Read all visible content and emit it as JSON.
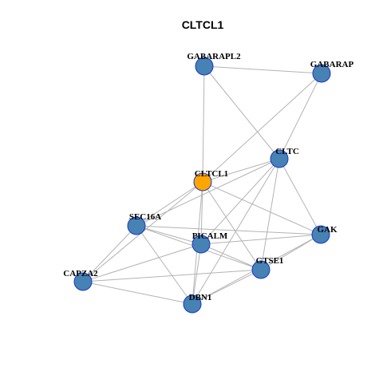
{
  "title": "CLTCL1",
  "colors": {
    "node_default": "#4682b4",
    "node_highlight": "#ffa500",
    "node_border": "#1a37c8",
    "edge": "#b3b3b3"
  },
  "nodes": [
    {
      "id": "GABARAPL2",
      "label": "GABARAPL2",
      "highlight": false
    },
    {
      "id": "GABARAP",
      "label": "GABARAP",
      "highlight": false
    },
    {
      "id": "CLTC",
      "label": "CLTC",
      "highlight": false
    },
    {
      "id": "CLTCL1",
      "label": "CLTCL1",
      "highlight": true
    },
    {
      "id": "SEC16A",
      "label": "SEC16A",
      "highlight": false
    },
    {
      "id": "GAK",
      "label": "GAK",
      "highlight": false
    },
    {
      "id": "PICALM",
      "label": "PICALM",
      "highlight": false
    },
    {
      "id": "GTSE1",
      "label": "GTSE1",
      "highlight": false
    },
    {
      "id": "CAPZA2",
      "label": "CAPZA2",
      "highlight": false
    },
    {
      "id": "DBN1",
      "label": "DBN1",
      "highlight": false
    }
  ],
  "edges": [
    [
      "GABARAPL2",
      "GABARAP"
    ],
    [
      "GABARAPL2",
      "CLTCL1"
    ],
    [
      "GABARAPL2",
      "CLTC"
    ],
    [
      "GABARAP",
      "CLTCL1"
    ],
    [
      "GABARAP",
      "CLTC"
    ],
    [
      "CLTC",
      "CLTCL1"
    ],
    [
      "CLTC",
      "SEC16A"
    ],
    [
      "CLTC",
      "GAK"
    ],
    [
      "CLTC",
      "PICALM"
    ],
    [
      "CLTC",
      "GTSE1"
    ],
    [
      "CLTC",
      "DBN1"
    ],
    [
      "CLTCL1",
      "SEC16A"
    ],
    [
      "CLTCL1",
      "PICALM"
    ],
    [
      "CLTCL1",
      "GAK"
    ],
    [
      "CLTCL1",
      "GTSE1"
    ],
    [
      "CLTCL1",
      "DBN1"
    ],
    [
      "CLTCL1",
      "CAPZA2"
    ],
    [
      "SEC16A",
      "PICALM"
    ],
    [
      "SEC16A",
      "GAK"
    ],
    [
      "SEC16A",
      "GTSE1"
    ],
    [
      "SEC16A",
      "CAPZA2"
    ],
    [
      "SEC16A",
      "DBN1"
    ],
    [
      "PICALM",
      "GAK"
    ],
    [
      "PICALM",
      "GTSE1"
    ],
    [
      "PICALM",
      "DBN1"
    ],
    [
      "PICALM",
      "CAPZA2"
    ],
    [
      "GAK",
      "GTSE1"
    ],
    [
      "GAK",
      "DBN1"
    ],
    [
      "GTSE1",
      "CAPZA2"
    ],
    [
      "GTSE1",
      "DBN1"
    ],
    [
      "CAPZA2",
      "DBN1"
    ]
  ]
}
